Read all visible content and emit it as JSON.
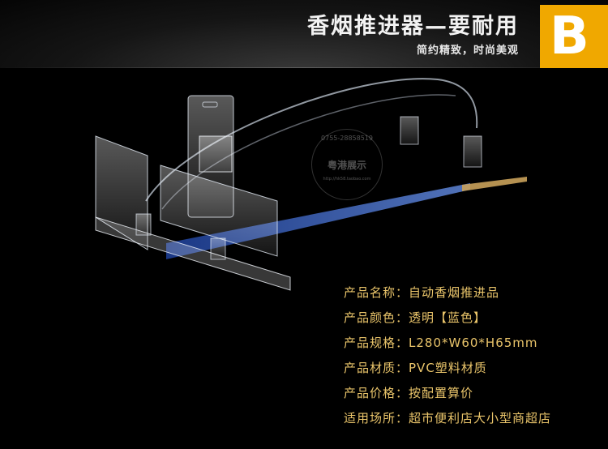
{
  "header": {
    "title": "香烟推进器—要耐用",
    "subtitle": "简约精致，时尚美观",
    "badge_letter": "B",
    "badge_color": "#f0a800"
  },
  "watermark": {
    "phone": "0755-28858519",
    "name": "粤港展示",
    "url": "http://hk58.taobao.com"
  },
  "specs": [
    {
      "label": "产品名称：",
      "value": "自动香烟推进品"
    },
    {
      "label": "产品颜色：",
      "value": "透明【蓝色】"
    },
    {
      "label": "产品规格：",
      "value": "L280*W60*H65mm"
    },
    {
      "label": "产品材质：",
      "value": "PVC塑料材质"
    },
    {
      "label": "产品价格：",
      "value": "按配置算价"
    },
    {
      "label": "适用场所：",
      "value": "超市便利店大小型商超店"
    }
  ],
  "colors": {
    "spec_text": "#e9c46a",
    "background": "#000000"
  }
}
